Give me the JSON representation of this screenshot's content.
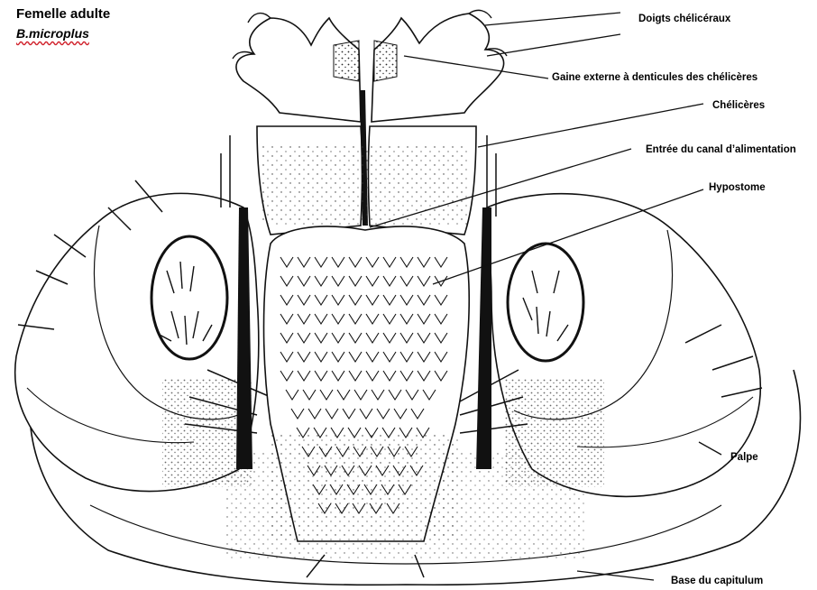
{
  "figure": {
    "title": "Femelle adulte",
    "species": "B.microplus"
  },
  "labels": [
    {
      "id": "doigts",
      "text": "Doigts chélicéraux"
    },
    {
      "id": "gaine",
      "text": "Gaine externe à denticules des chélicères"
    },
    {
      "id": "cheliceres",
      "text": "Chélicères"
    },
    {
      "id": "canal",
      "text": "Entrée du canal d’alimentation"
    },
    {
      "id": "hypostome",
      "text": "Hypostome"
    },
    {
      "id": "palpe",
      "text": "Palpe"
    },
    {
      "id": "base",
      "text": "Base du capitulum"
    }
  ],
  "colors": {
    "ink": "#111111",
    "stipple": "#2a2a2a",
    "background": "#ffffff"
  }
}
